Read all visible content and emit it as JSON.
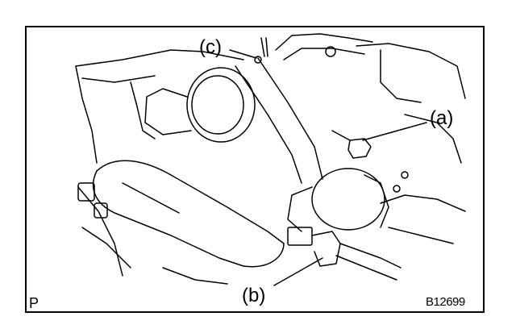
{
  "figure": {
    "callouts": {
      "a": "(a)",
      "b": "(b)",
      "c": "(c)"
    },
    "corner_left": "P",
    "figure_id": "B12699"
  }
}
